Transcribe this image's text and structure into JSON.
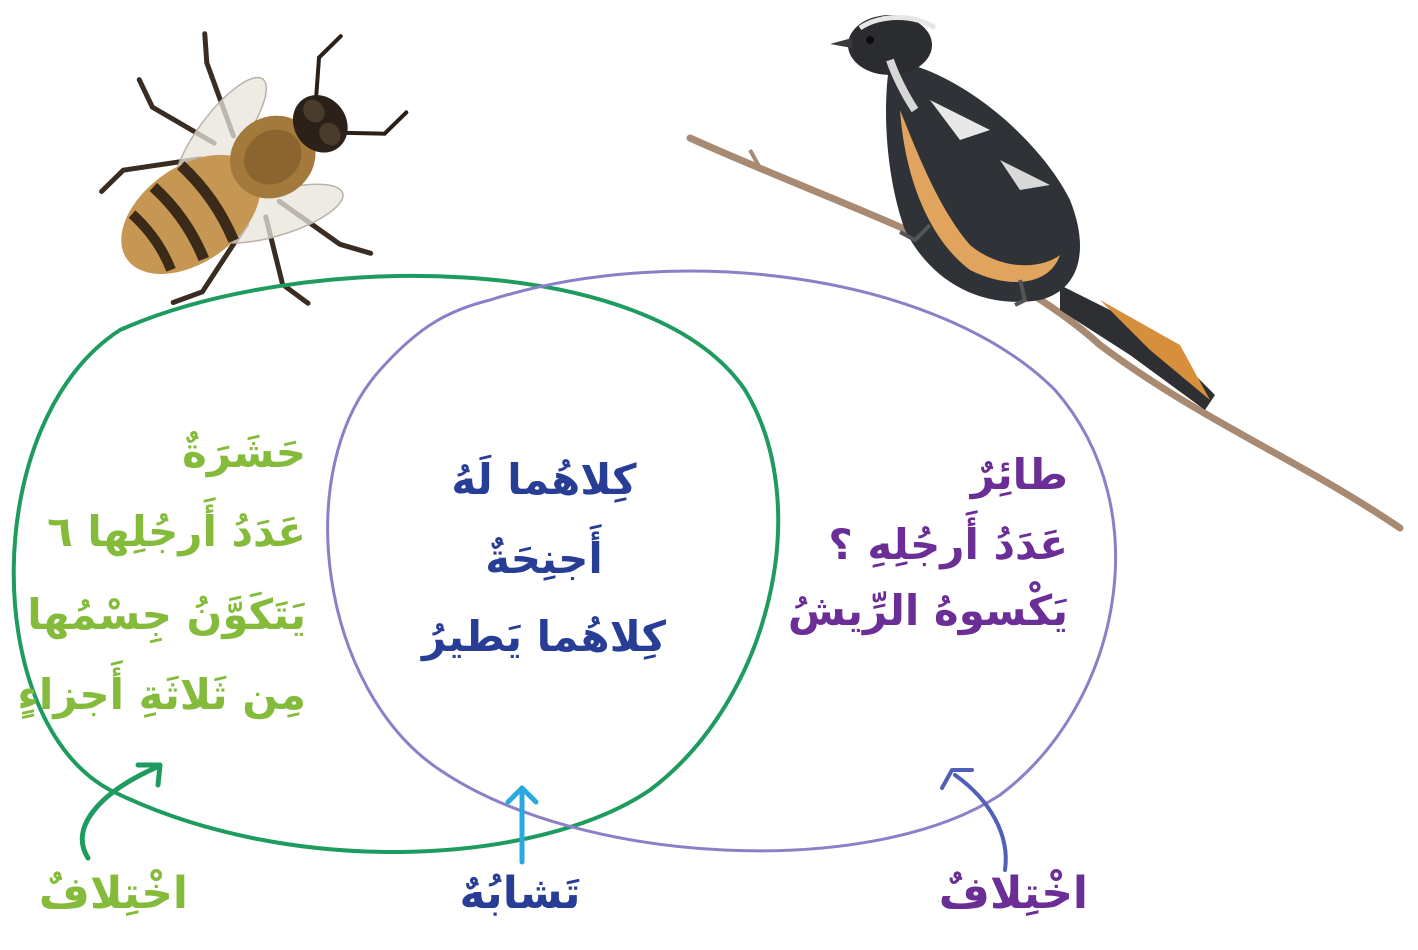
{
  "images": {
    "insect_icon": "bee-photo",
    "bird_icon": "bird-on-branch-photo"
  },
  "colors": {
    "insect": "#84bb3b",
    "similar": "#283d95",
    "bird": "#6a2e96",
    "insect_circle": "#1e9b5e",
    "bird_circle": "#8a80c8",
    "similar_arrow": "#2aa8e0",
    "bird_arrow": "#5060b8"
  },
  "left_set": {
    "title": "حَشَرَةٌ",
    "line2": "عَدَدُ أَرجُلِها ٦",
    "line3": "يَتَكَوَّنُ جِسْمُها",
    "line4": "مِن ثَلاثَةِ أَجزاءٍ"
  },
  "intersection": {
    "line1": "كِلاهُما لَهُ",
    "line2": "أَجنِحَةٌ",
    "line3": "كِلاهُما يَطيرُ"
  },
  "right_set": {
    "title": "طائِرٌ",
    "line2": "عَدَدُ أَرجُلِهِ ؟",
    "line3": "يَكْسوهُ الرِّيشُ"
  },
  "captions": {
    "left": "اخْتِلافٌ",
    "middle": "تَشابُهٌ",
    "right": "اخْتِلافٌ"
  }
}
